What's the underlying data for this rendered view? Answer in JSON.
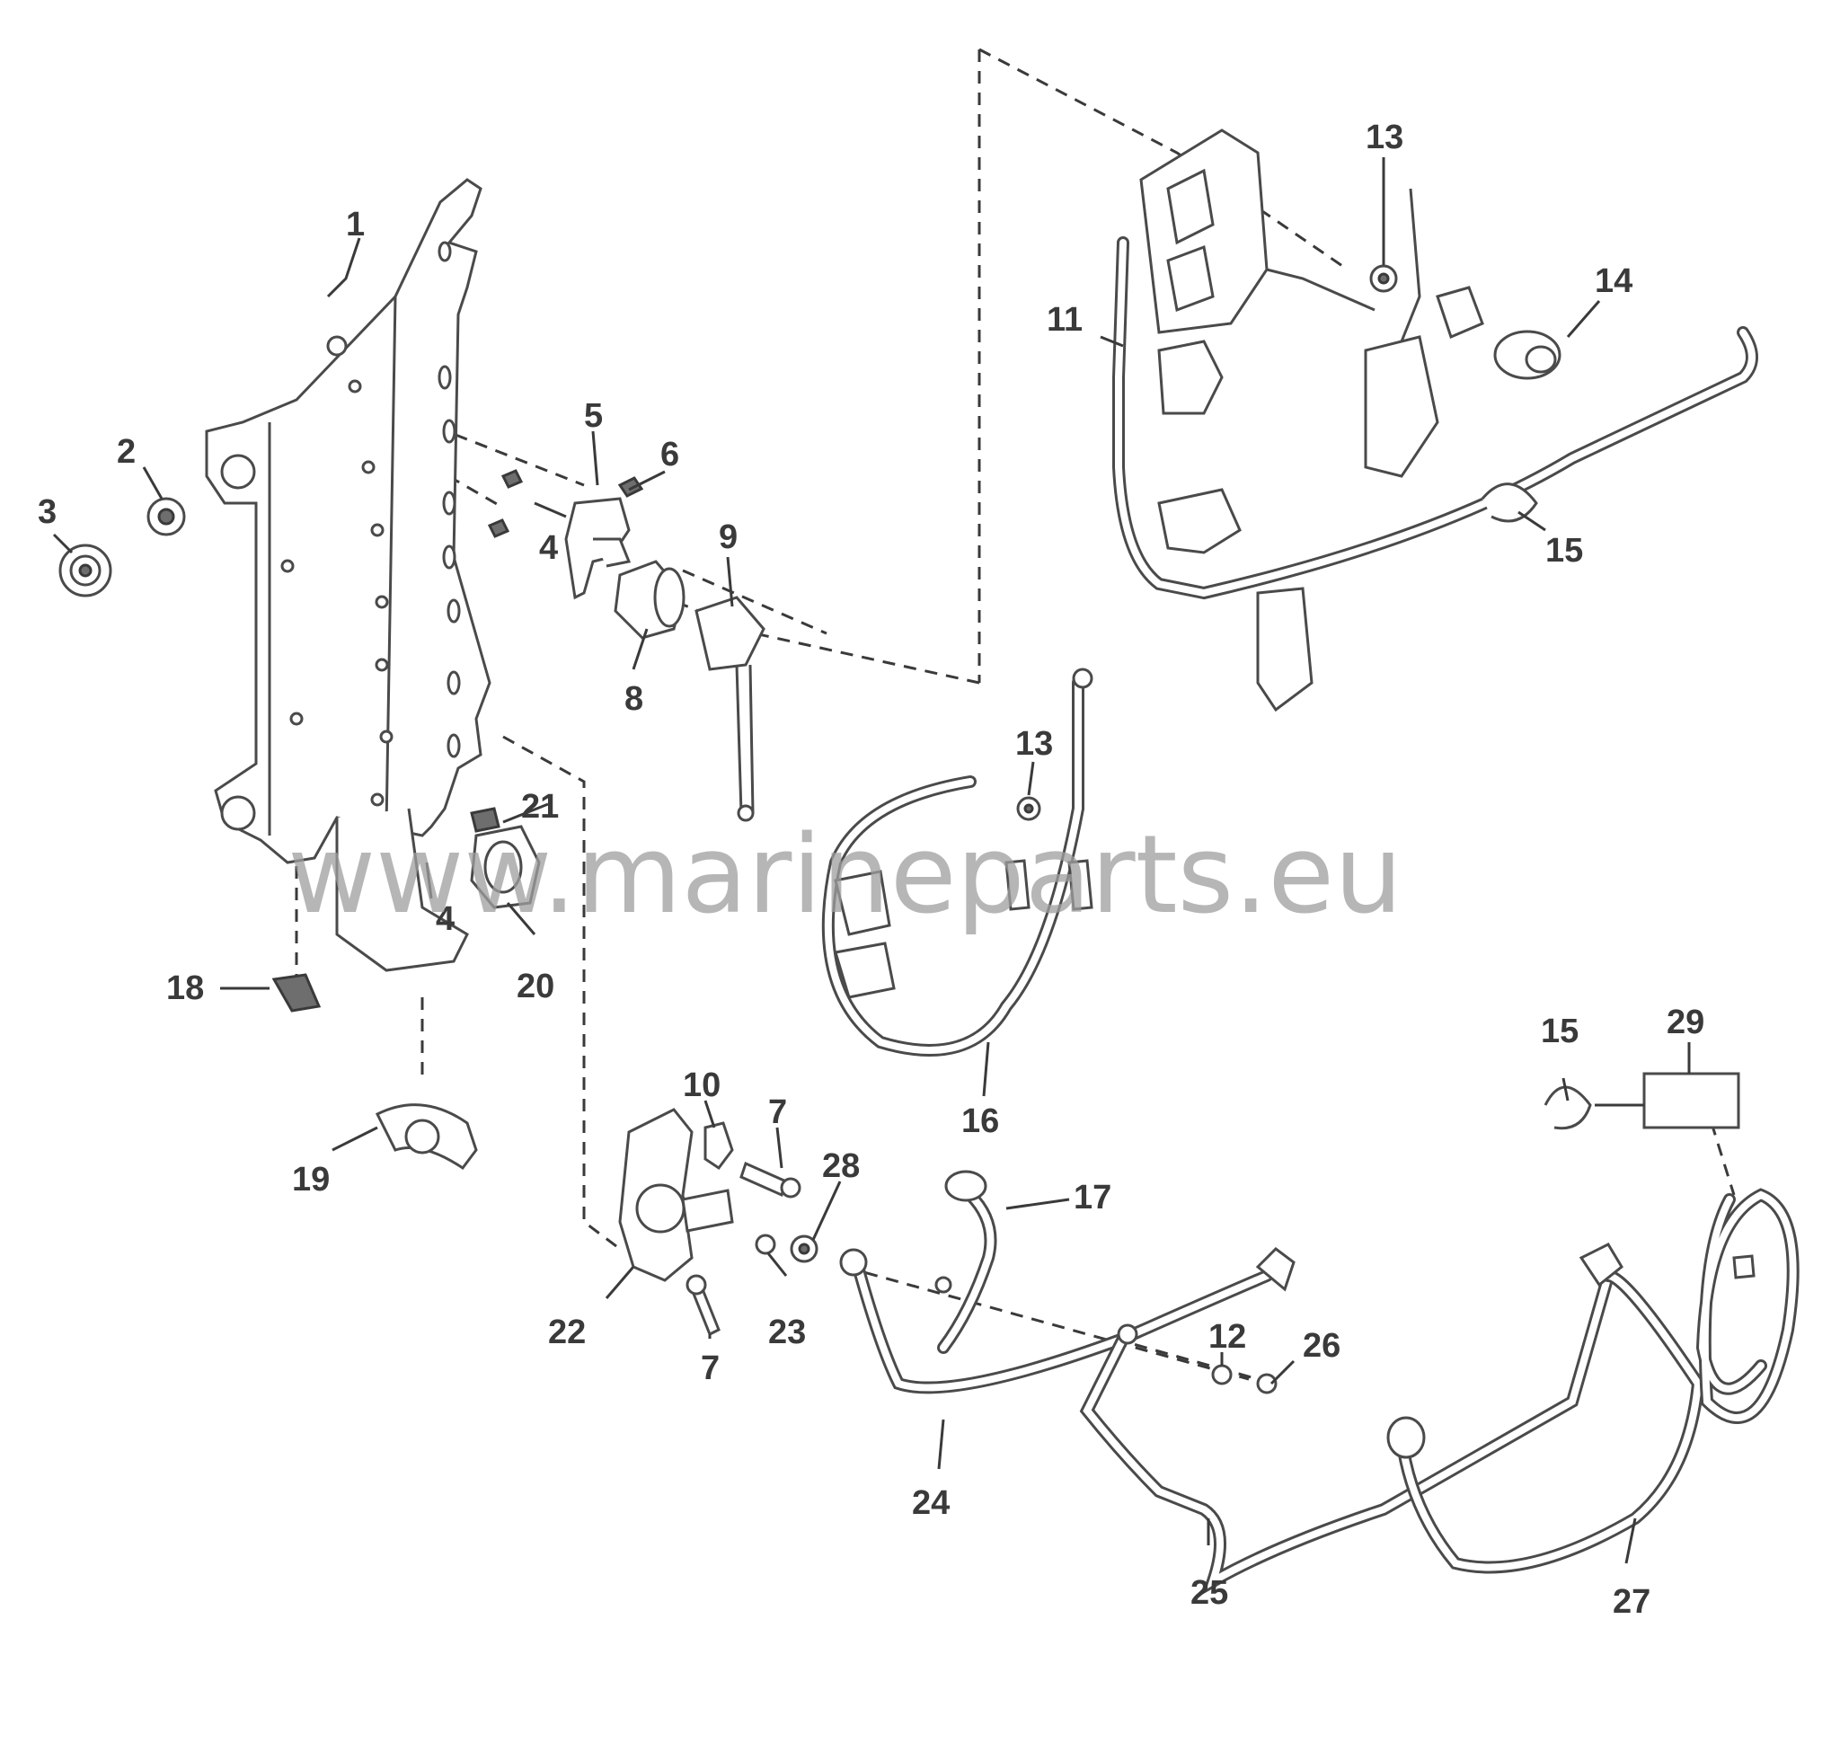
{
  "diagram": {
    "callouts": [
      {
        "id": "c1",
        "label": "1"
      },
      {
        "id": "c2",
        "label": "2"
      },
      {
        "id": "c3",
        "label": "3"
      },
      {
        "id": "c4a",
        "label": "4"
      },
      {
        "id": "c4b",
        "label": "4"
      },
      {
        "id": "c5",
        "label": "5"
      },
      {
        "id": "c6",
        "label": "6"
      },
      {
        "id": "c7a",
        "label": "7"
      },
      {
        "id": "c7b",
        "label": "7"
      },
      {
        "id": "c8",
        "label": "8"
      },
      {
        "id": "c9",
        "label": "9"
      },
      {
        "id": "c10",
        "label": "10"
      },
      {
        "id": "c11",
        "label": "11"
      },
      {
        "id": "c12",
        "label": "12"
      },
      {
        "id": "c13a",
        "label": "13"
      },
      {
        "id": "c13b",
        "label": "13"
      },
      {
        "id": "c14",
        "label": "14"
      },
      {
        "id": "c15a",
        "label": "15"
      },
      {
        "id": "c15b",
        "label": "15"
      },
      {
        "id": "c16",
        "label": "16"
      },
      {
        "id": "c17",
        "label": "17"
      },
      {
        "id": "c18",
        "label": "18"
      },
      {
        "id": "c19",
        "label": "19"
      },
      {
        "id": "c20",
        "label": "20"
      },
      {
        "id": "c21",
        "label": "21"
      },
      {
        "id": "c22",
        "label": "22"
      },
      {
        "id": "c23",
        "label": "23"
      },
      {
        "id": "c24",
        "label": "24"
      },
      {
        "id": "c25",
        "label": "25"
      },
      {
        "id": "c26",
        "label": "26"
      },
      {
        "id": "c27",
        "label": "27"
      },
      {
        "id": "c28",
        "label": "28"
      },
      {
        "id": "c29",
        "label": "29"
      }
    ],
    "watermark": "www.marineparts.eu"
  }
}
